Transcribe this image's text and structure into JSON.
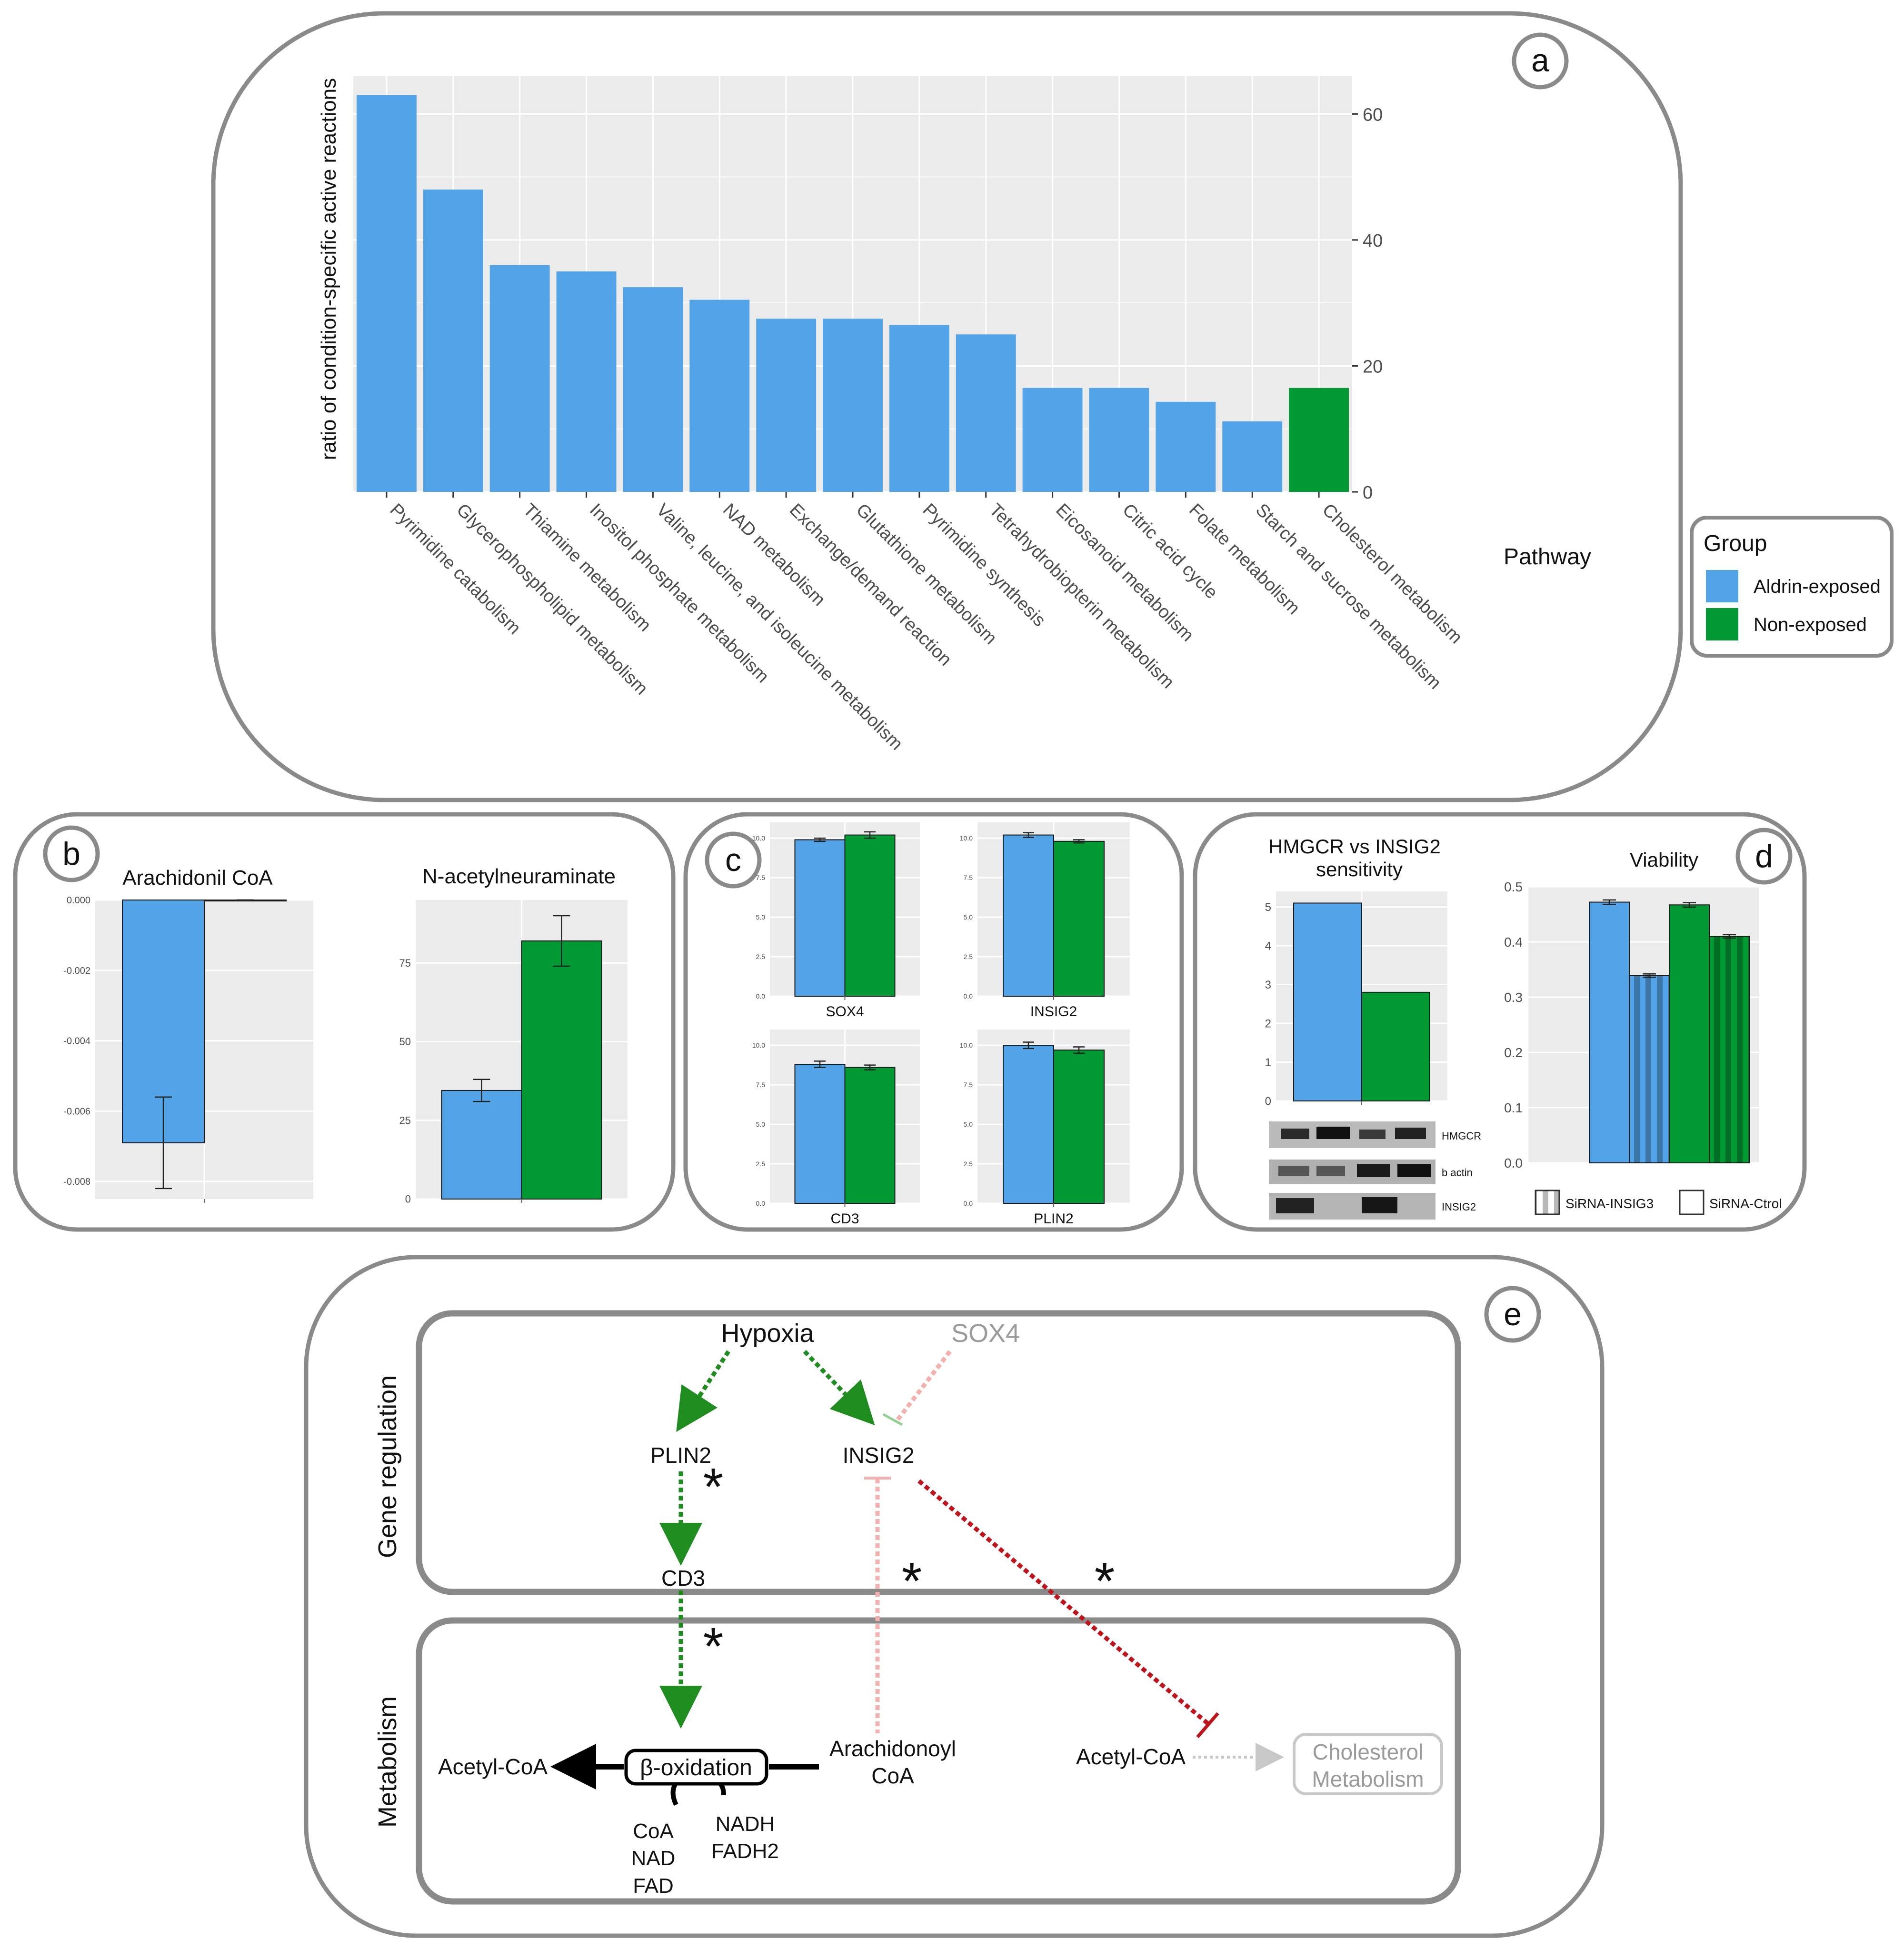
{
  "colors": {
    "aldrin": "#53a3e8",
    "non_exposed": "#009933",
    "inhibit_light": "#f4b0ac",
    "inhibit_strong": "#c0141c",
    "activate": "#1f8c1f",
    "muted": "#9a9a9a"
  },
  "panels": {
    "a": {
      "letter": "a"
    },
    "b": {
      "letter": "b"
    },
    "c": {
      "letter": "c"
    },
    "d": {
      "letter": "d"
    },
    "e": {
      "letter": "e"
    }
  },
  "legend": {
    "title": "Group",
    "items": [
      "Aldrin-exposed",
      "Non-exposed"
    ]
  },
  "chart_data": [
    {
      "panel": "a",
      "type": "bar",
      "ylabel": "ratio of condition-specific active reactions",
      "xlabel": "Pathway",
      "y_axis_position": "right",
      "ylim": [
        0,
        66
      ],
      "yticks": [
        0,
        20,
        40,
        60
      ],
      "categories": [
        "Pyrimidine catabolism",
        "Glycerophospholipid metabolism",
        "Thiamine metabolism",
        "Inositol phosphate metabolism",
        "Valine, leucine, and isoleucine metabolism",
        "NAD metabolism",
        "Exchange/demand reaction",
        "Glutathione metabolism",
        "Pyrimidine synthesis",
        "Tetrahydrobiopterin metabolism",
        "Eicosanoid metabolism",
        "Citric acid cycle",
        "Folate metabolism",
        "Starch and sucrose metabolism",
        "Cholesterol metabolism"
      ],
      "values": [
        63,
        48,
        36,
        35,
        32.5,
        30.5,
        27.5,
        27.5,
        26.5,
        25,
        16.5,
        16.5,
        14.3,
        11.2,
        16.5
      ],
      "groups": [
        "Aldrin-exposed",
        "Aldrin-exposed",
        "Aldrin-exposed",
        "Aldrin-exposed",
        "Aldrin-exposed",
        "Aldrin-exposed",
        "Aldrin-exposed",
        "Aldrin-exposed",
        "Aldrin-exposed",
        "Aldrin-exposed",
        "Aldrin-exposed",
        "Aldrin-exposed",
        "Aldrin-exposed",
        "Aldrin-exposed",
        "Non-exposed"
      ],
      "grid": true,
      "legend": "right"
    },
    {
      "panel": "b",
      "type": "bar",
      "title": "Arachidonil CoA",
      "ylim": [
        -0.0085,
        0
      ],
      "yticks": [
        "0.000",
        "-0.002",
        "-0.004",
        "-0.006",
        "-0.008"
      ],
      "series": [
        {
          "name": "Aldrin-exposed",
          "value": -0.0069,
          "err_low": -0.0082,
          "err_high": -0.0056
        },
        {
          "name": "Non-exposed",
          "value": 0,
          "err_low": 0,
          "err_high": 0
        }
      ]
    },
    {
      "panel": "b",
      "type": "bar",
      "title": "N-acetylneuraminate",
      "ylim": [
        0,
        95
      ],
      "yticks": [
        "0",
        "25",
        "50",
        "75"
      ],
      "series": [
        {
          "name": "Aldrin-exposed",
          "value": 34.5,
          "err_low": 31,
          "err_high": 38
        },
        {
          "name": "Non-exposed",
          "value": 82,
          "err_low": 74,
          "err_high": 90
        }
      ]
    },
    {
      "panel": "c",
      "type": "bar",
      "xlabel": "SOX4",
      "ylim": [
        0,
        11
      ],
      "yticks": [
        "0.0",
        "2.5",
        "5.0",
        "7.5",
        "10.0"
      ],
      "series": [
        {
          "name": "Aldrin-exposed",
          "value": 9.9,
          "err_low": 9.8,
          "err_high": 10.0
        },
        {
          "name": "Non-exposed",
          "value": 10.2,
          "err_low": 10.0,
          "err_high": 10.4
        }
      ]
    },
    {
      "panel": "c",
      "type": "bar",
      "xlabel": "INSIG2",
      "ylim": [
        0,
        11
      ],
      "yticks": [
        "0.0",
        "2.5",
        "5.0",
        "7.5",
        "10.0"
      ],
      "series": [
        {
          "name": "Aldrin-exposed",
          "value": 10.2,
          "err_low": 10.05,
          "err_high": 10.35
        },
        {
          "name": "Non-exposed",
          "value": 9.8,
          "err_low": 9.7,
          "err_high": 9.9
        }
      ]
    },
    {
      "panel": "c",
      "type": "bar",
      "xlabel": "CD3",
      "ylim": [
        0,
        11
      ],
      "yticks": [
        "0.0",
        "2.5",
        "5.0",
        "7.5",
        "10.0"
      ],
      "series": [
        {
          "name": "Aldrin-exposed",
          "value": 8.8,
          "err_low": 8.6,
          "err_high": 9.0
        },
        {
          "name": "Non-exposed",
          "value": 8.6,
          "err_low": 8.45,
          "err_high": 8.75
        }
      ]
    },
    {
      "panel": "c",
      "type": "bar",
      "xlabel": "PLIN2",
      "ylim": [
        0,
        11
      ],
      "yticks": [
        "0.0",
        "2.5",
        "5.0",
        "7.5",
        "10.0"
      ],
      "series": [
        {
          "name": "Aldrin-exposed",
          "value": 10.0,
          "err_low": 9.8,
          "err_high": 10.2
        },
        {
          "name": "Non-exposed",
          "value": 9.7,
          "err_low": 9.5,
          "err_high": 9.9
        }
      ]
    },
    {
      "panel": "d",
      "type": "bar",
      "title": "HMGCR  vs  INSIG2 sensitivity",
      "ylim": [
        0,
        5.4
      ],
      "yticks": [
        "0",
        "1",
        "2",
        "3",
        "4",
        "5"
      ],
      "series": [
        {
          "name": "Aldrin-exposed",
          "value": 5.1
        },
        {
          "name": "Non-exposed",
          "value": 2.8
        }
      ]
    },
    {
      "panel": "d",
      "type": "bar",
      "title": "Viability",
      "ylim": [
        0,
        0.5
      ],
      "yticks": [
        "0.0",
        "0.1",
        "0.2",
        "0.3",
        "0.4",
        "0.5"
      ],
      "series": [
        {
          "name": "Aldrin-exposed",
          "condition": "SiRNA-Ctrol",
          "value": 0.472,
          "err_low": 0.468,
          "err_high": 0.476
        },
        {
          "name": "Aldrin-exposed",
          "condition": "SiRNA-INSIG3",
          "value": 0.339,
          "err_low": 0.336,
          "err_high": 0.342
        },
        {
          "name": "Non-exposed",
          "condition": "SiRNA-Ctrol",
          "value": 0.467,
          "err_low": 0.463,
          "err_high": 0.471
        },
        {
          "name": "Non-exposed",
          "condition": "SiRNA-INSIG3",
          "value": 0.41,
          "err_low": 0.407,
          "err_high": 0.413
        }
      ]
    }
  ],
  "blot": {
    "labels": [
      "HMGCR",
      "b actin",
      "INSIG2"
    ],
    "legend": [
      "SiRNA-INSIG3",
      "SiRNA-Ctrol"
    ]
  },
  "diagram": {
    "section_gene": "Gene regulation",
    "section_metab": "Metabolism",
    "hypoxia": "Hypoxia",
    "sox4": "SOX4",
    "plin2": "PLIN2",
    "insig2": "INSIG2",
    "cd3": "CD3",
    "acetyl_left": "Acetyl-CoA",
    "beta_ox": "β-oxidation",
    "coa_lines": [
      "CoA",
      "NAD",
      "FAD"
    ],
    "nadh_lines": [
      "NADH",
      "FADH2"
    ],
    "arach_lines": [
      "Arachidonoyl",
      "CoA"
    ],
    "acetyl_right": "Acetyl-CoA",
    "chol_lines": [
      "Cholesterol",
      "Metabolism"
    ],
    "asterisk": "*"
  }
}
